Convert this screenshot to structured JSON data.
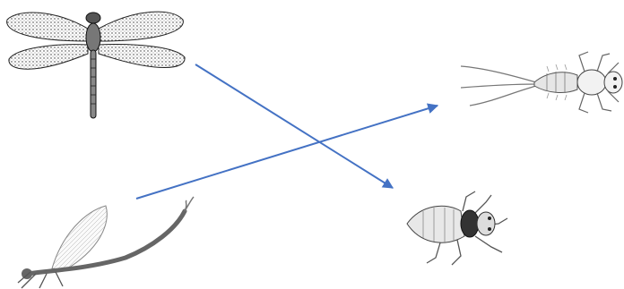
{
  "diagram": {
    "illustrations": [
      {
        "name": "dragonfly-adult-illustration"
      },
      {
        "name": "mayfly-adult-illustration"
      },
      {
        "name": "mayfly-nymph-illustration"
      },
      {
        "name": "dragonfly-nymph-illustration"
      }
    ],
    "arrows": [
      {
        "name": "arrow-dragonfly-to-dragonfly-nymph",
        "color": "#4472c4"
      },
      {
        "name": "arrow-mayfly-to-mayfly-nymph",
        "color": "#4472c4"
      }
    ]
  }
}
